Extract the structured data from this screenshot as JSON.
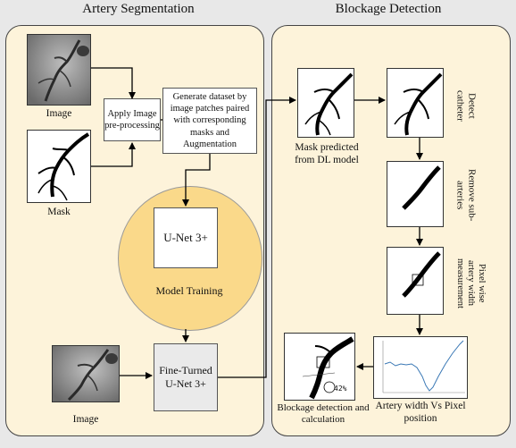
{
  "left_panel": {
    "title": "Artery Segmentation",
    "image_label": "Image",
    "mask_label": "Mask",
    "preprocess_label": "Apply Image pre-processing",
    "dataset_label": "Generate dataset by image patches paired with corresponding masks and Augmentation",
    "unet_label": "U-Net 3+",
    "training_label": "Model Training",
    "fine_tuned_label": "Fine-Turned U-Net 3+",
    "image2_label": "Image"
  },
  "right_panel": {
    "title": "Blockage Detection",
    "mask_pred_label": "Mask predicted from DL model",
    "detect_catheter_label": "Detect catheter",
    "remove_sub_label": "Remove sub-arteries",
    "pixel_wise_label": "Pixel wise artery width measurement",
    "plot_label": "Artery width Vs Pixel position",
    "blockage_label": "Blockage detection and calculation",
    "percent_label": "42%"
  },
  "colors": {
    "panel_fill": "#fdf3da",
    "circle_fill": "#fad98a",
    "background": "#e8e8e8",
    "plot_line": "#3a78b5"
  }
}
